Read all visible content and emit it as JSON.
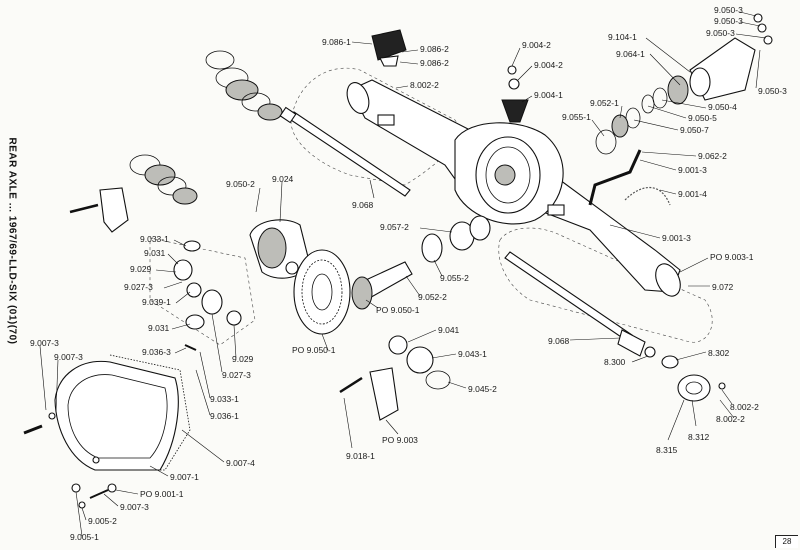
{
  "side_title": "REAR AXLE ... 1967/69-LLD-SIX (01)(70)",
  "page_number": "28",
  "labels": [
    {
      "text": "9.086-1"
    },
    {
      "text": "9.086-2"
    },
    {
      "text": "9.086-2"
    },
    {
      "text": "8.002-2"
    },
    {
      "text": "9.004-2"
    },
    {
      "text": "9.004-2"
    },
    {
      "text": "9.004-1"
    },
    {
      "text": "9.050-3"
    },
    {
      "text": "9.050-3"
    },
    {
      "text": "9.050-3"
    },
    {
      "text": "9.050-3"
    },
    {
      "text": "9.104-1"
    },
    {
      "text": "9.064-1"
    },
    {
      "text": "9.050-4"
    },
    {
      "text": "9.050-5"
    },
    {
      "text": "9.050-7"
    },
    {
      "text": "9.052-1"
    },
    {
      "text": "9.055-1"
    },
    {
      "text": "9.062-2"
    },
    {
      "text": "9.001-3"
    },
    {
      "text": "9.001-4"
    },
    {
      "text": "9.050-2"
    },
    {
      "text": "9.024"
    },
    {
      "text": "9.068"
    },
    {
      "text": "9.057-2"
    },
    {
      "text": "9.001-3"
    },
    {
      "text": "9.033-1"
    },
    {
      "text": "9.031"
    },
    {
      "text": "9.029"
    },
    {
      "text": "9.027-3"
    },
    {
      "text": "9.039-1"
    },
    {
      "text": "9.031"
    },
    {
      "text": "9.036-3"
    },
    {
      "text": "9.029"
    },
    {
      "text": "9.027-3"
    },
    {
      "text": "9.033-1"
    },
    {
      "text": "9.036-1"
    },
    {
      "text": "9.055-2"
    },
    {
      "text": "9.052-2"
    },
    {
      "text": "PO  9.050-1"
    },
    {
      "text": "PO  9.050-1"
    },
    {
      "text": "PO  9.003-1"
    },
    {
      "text": "9.072"
    },
    {
      "text": "9.068"
    },
    {
      "text": "9.041"
    },
    {
      "text": "9.043-1"
    },
    {
      "text": "9.045-2"
    },
    {
      "text": "8.300"
    },
    {
      "text": "8.302"
    },
    {
      "text": "8.002-2"
    },
    {
      "text": "8.002-2"
    },
    {
      "text": "8.312"
    },
    {
      "text": "8.315"
    },
    {
      "text": "9.018-1"
    },
    {
      "text": "PO  9.003"
    },
    {
      "text": "9.007-3"
    },
    {
      "text": "9.007-3"
    },
    {
      "text": "9.007-1"
    },
    {
      "text": "9.007-4"
    },
    {
      "text": "PO  9.001-1"
    },
    {
      "text": "9.007-3"
    },
    {
      "text": "9.005-2"
    },
    {
      "text": "9.005-1"
    }
  ]
}
